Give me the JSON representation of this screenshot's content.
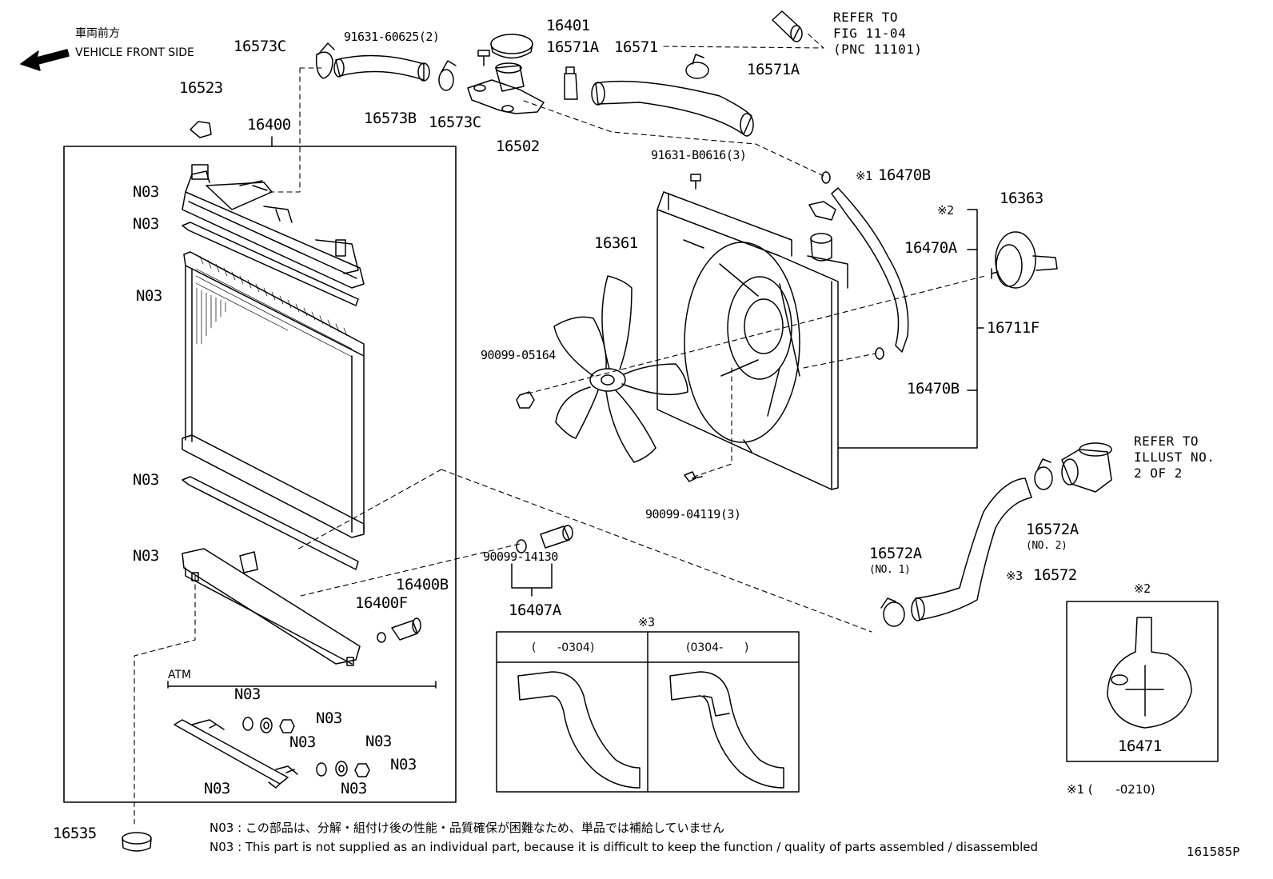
{
  "header": {
    "front_jp": "車両前方",
    "front_en": "VEHICLE FRONT SIDE"
  },
  "refer_top": {
    "line1": "REFER TO",
    "line2": "FIG 11-04",
    "line3": "(PNC 11101)"
  },
  "refer_right": {
    "line1": "REFER TO",
    "line2": "ILLUST NO.",
    "line3": "2 OF 2"
  },
  "parts": {
    "p16573C_a": "16573C",
    "p91631_60625": "91631-60625(2)",
    "p16401": "16401",
    "p16571A_a": "16571A",
    "p16571": "16571",
    "p16571A_b": "16571A",
    "p16523": "16523",
    "p16400": "16400",
    "p16573B": "16573B",
    "p16573C_b": "16573C",
    "p16502": "16502",
    "p91631_B0616": "91631-B0616(3)",
    "p16470B_a": "16470B",
    "p16363": "16363",
    "p16361": "16361",
    "p16470A": "16470A",
    "p16711F": "16711F",
    "p90099_05164": "90099-05164",
    "p16470B_b": "16470B",
    "p90099_04119": "90099-04119(3)",
    "p16572A_no2": "16572A",
    "p16572A_no1": "16572A",
    "p16572": "16572",
    "p90099_14130": "90099-14130",
    "p16407A": "16407A",
    "p16400B": "16400B",
    "p16400F": "16400F",
    "p16535": "16535",
    "p16471": "16471"
  },
  "sub": {
    "no2": "(NO. 2)",
    "no1": "(NO. 1)"
  },
  "marks": {
    "m1": "※1",
    "m2": "※2",
    "m3": "※3",
    "m3b": "※3",
    "m2box": "※2"
  },
  "n03": {
    "a": "N03",
    "b": "N03",
    "c": "N03",
    "d": "N03",
    "e": "N03",
    "f": "N03",
    "g": "N03",
    "h": "N03",
    "i": "N03",
    "j": "N03",
    "k": "N03"
  },
  "atm": "ATM",
  "inset": {
    "col1": "(      -0304)",
    "col2": "(0304-      )"
  },
  "footnote1": "※1 (      -0210)",
  "notes": {
    "jp": "N03 : この部品は、分解・組付け後の性能・品質確保が困難なため、単品では補給していません",
    "en": "N03 : This part is not supplied as an individual part, because it is difficult to keep the function / quality of parts assembled / disassembled"
  },
  "figure_id": "161585P"
}
